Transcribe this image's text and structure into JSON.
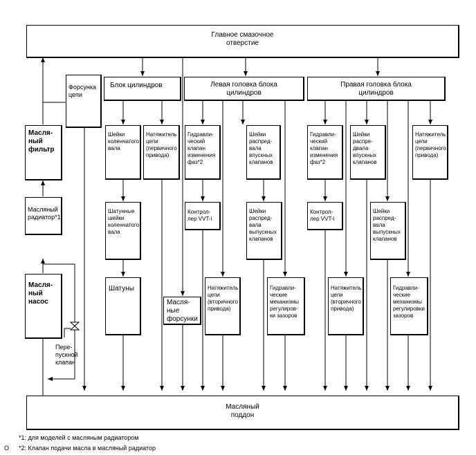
{
  "main_gallery": "Главное смазочное\nотверстие",
  "oil_pan": "Масляный\nподдон",
  "oil_filter": "Масля-\nный\nфильтр",
  "oil_cooler": "Масляный\nрадиатор*1",
  "oil_pump": "Масля-\nный\nнасос",
  "relief_valve": "Пере-\nпускной\nклапан",
  "chain_jet": "Форсунка\nцепи",
  "cylinder_block": "Блок цилиндров",
  "left_head": "Левая головка блока\nцилиндров",
  "right_head": "Правая головка блока\nцилиндров",
  "crank_journals": "Шейки\nколенчатого\nвала",
  "chain_tensioner_primary_block": "Натяжитель\nцепи\n(первичного\nпривода)",
  "crankpin_journals": "Шатунные\nшейки\nколенчатого\nвала",
  "connecting_rods": "Шатуны",
  "oil_jets": "Масля-\nные\nфорсунки",
  "left_vvt_valve": "Гидравли-\nческий\nклапан\nизменения\nфаз*2",
  "left_intake_cam": "Шейки\nраспред-\nвала\nвпускных\nклапанов",
  "left_vvt_controller": "Контрол-\nлер VVT-i",
  "left_exhaust_cam": "Шейки\nраспред-\nвала\nвыпускных\nклапанов",
  "left_chain_tensioner_secondary": "Натяжитель\nцепи\n(вторичного\nпривода)",
  "left_lash_adjusters": "Гидравли-\nческие\nмеханизмы\nрегулиров-\nки зазоров",
  "right_vvt_valve": "Гидравли-\nческий\nклапан\nизменения\nфаз*2",
  "right_intake_cam": "Шейки\nраспре-\nдвала\nвпускных\nклапанов",
  "right_chain_tensioner_primary": "Натяжитель\nцепи\n(первичного\nпривода)",
  "right_vvt_controller": "Контрол-\nлер VVT-i",
  "right_exhaust_cam": "Шейки\nраспред-\nвала\nвыпускных\nклапанов",
  "right_chain_tensioner_secondary": "Натяжитель\nцепи\n(вторичного\nпривода)",
  "right_lash_adjusters": "Гидравли-\nческие\nмеханизмы\nрегулировки\nзазоров",
  "footnote_1": "*1: для моделей с масляным радиатором",
  "footnote_2": "*2: Клапан подачи масла в масляный радиатор",
  "corner_mark": "O"
}
